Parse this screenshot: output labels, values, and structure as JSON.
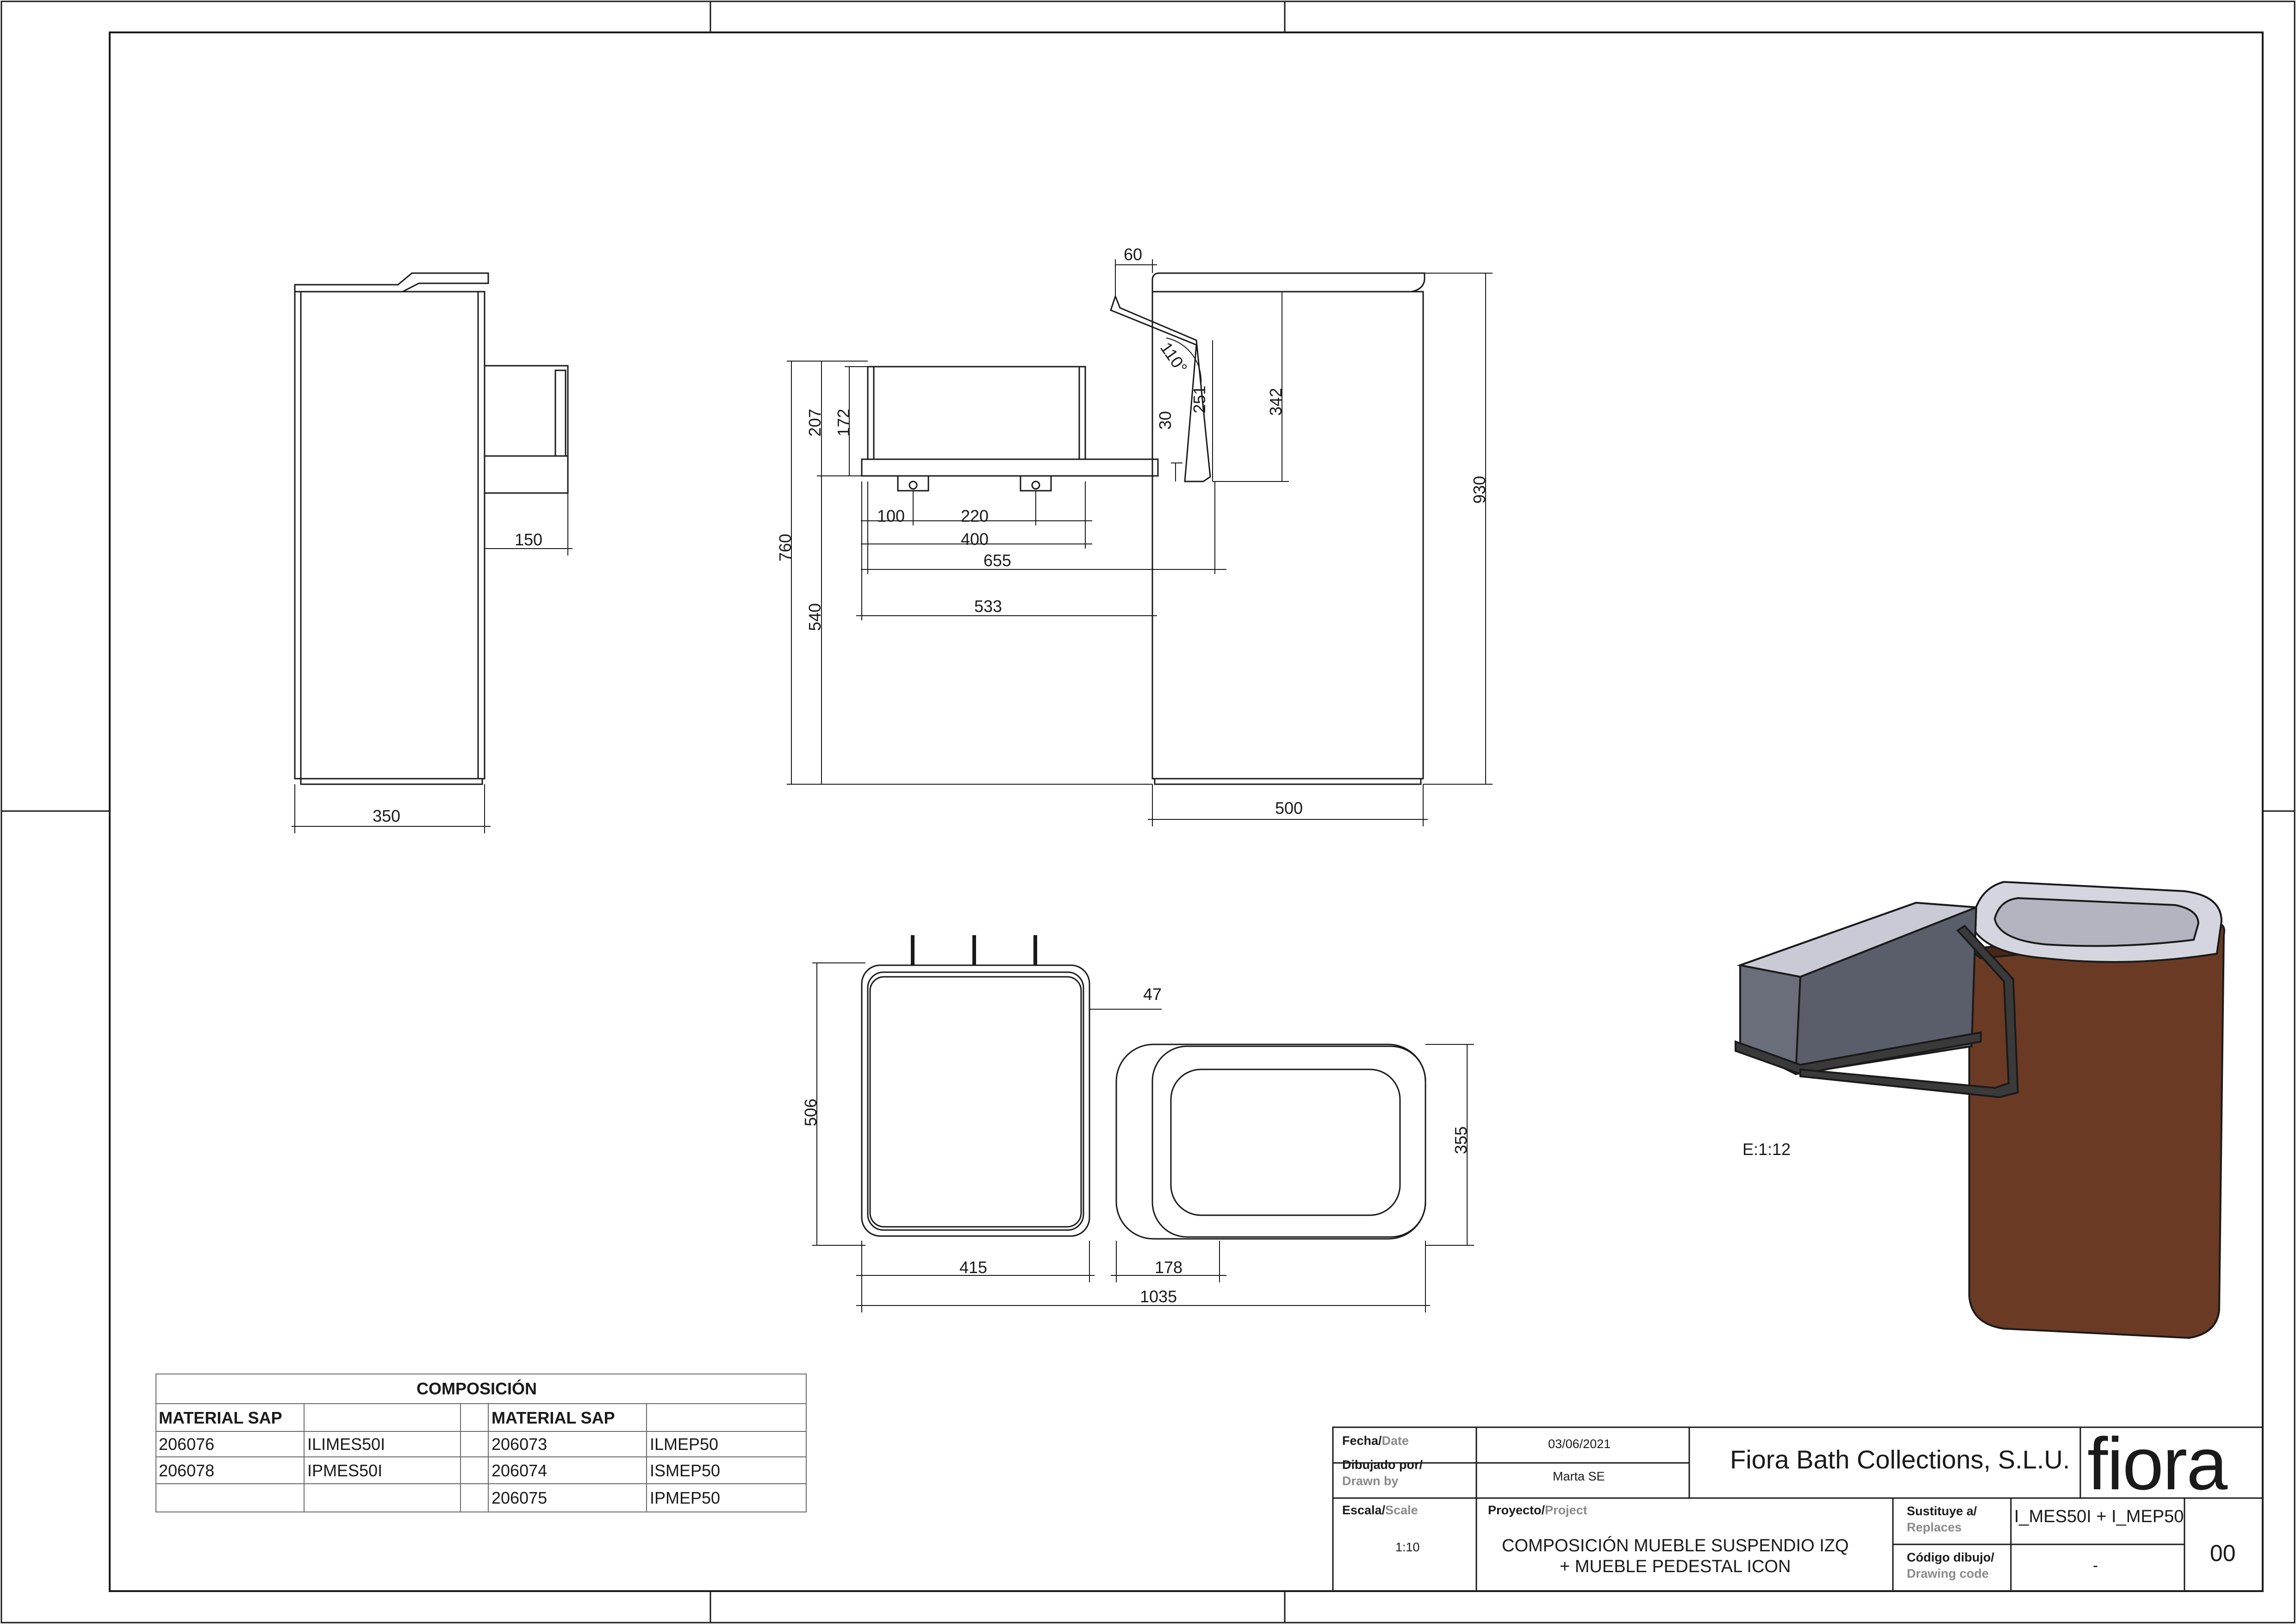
{
  "dimensions": {
    "side_width": "350",
    "side_depth": "150",
    "front_60": "60",
    "front_angle": "110°",
    "front_251": "251",
    "front_30": "30",
    "front_342": "342",
    "front_207": "207",
    "front_172": "172",
    "front_930": "930",
    "front_760": "760",
    "front_540": "540",
    "front_100": "100",
    "front_220": "220",
    "front_400": "400",
    "front_655": "655",
    "front_533": "533",
    "front_500": "500",
    "top_47": "47",
    "top_506": "506",
    "top_355": "355",
    "top_415": "415",
    "top_178": "178",
    "top_1035": "1035"
  },
  "iso_scale": "E:1:12",
  "composition": {
    "title": "COMPOSICIÓN",
    "left_header": "MATERIAL SAP",
    "right_header": "MATERIAL SAP",
    "left_rows": [
      {
        "code": "206076",
        "ref": "ILIMES50I"
      },
      {
        "code": "206078",
        "ref": "IPMES50I"
      },
      {
        "code": "",
        "ref": ""
      }
    ],
    "right_rows": [
      {
        "code": "206073",
        "ref": "ILMEP50"
      },
      {
        "code": "206074",
        "ref": "ISMEP50"
      },
      {
        "code": "206075",
        "ref": "IPMEP50"
      }
    ]
  },
  "title_block": {
    "date_label": "Fecha/",
    "date_label_en": "Date",
    "date_value": "03/06/2021",
    "drawn_label": "Dibujado por/",
    "drawn_label_en": "Drawn by",
    "drawn_value": "Marta SE",
    "company": "Fiora Bath Collections, S.L.U.",
    "logo_text": "fiora",
    "scale_label": "Escala/",
    "scale_label_en": "Scale",
    "scale_value": "1:10",
    "project_label": "Proyecto/",
    "project_label_en": "Project",
    "project_line1": "COMPOSICIÓN MUEBLE SUSPENDIO IZQ",
    "project_line2": "+ MUEBLE PEDESTAL ICON",
    "replaces_label": "Sustituye a/",
    "replaces_label_en": "Replaces",
    "replaces_value": "I_MES50I + I_MEP50",
    "code_label": "Código dibujo/",
    "code_label_en": "Drawing code",
    "code_value": "-",
    "revision": "00"
  },
  "colors": {
    "line": "#1a1a1a",
    "wood": "#6b3a24",
    "wood_dark": "#4a2616",
    "basin_inner": "#c9cad6",
    "basin_outer": "#6a6d7a",
    "frame": "#3a3a3a"
  }
}
